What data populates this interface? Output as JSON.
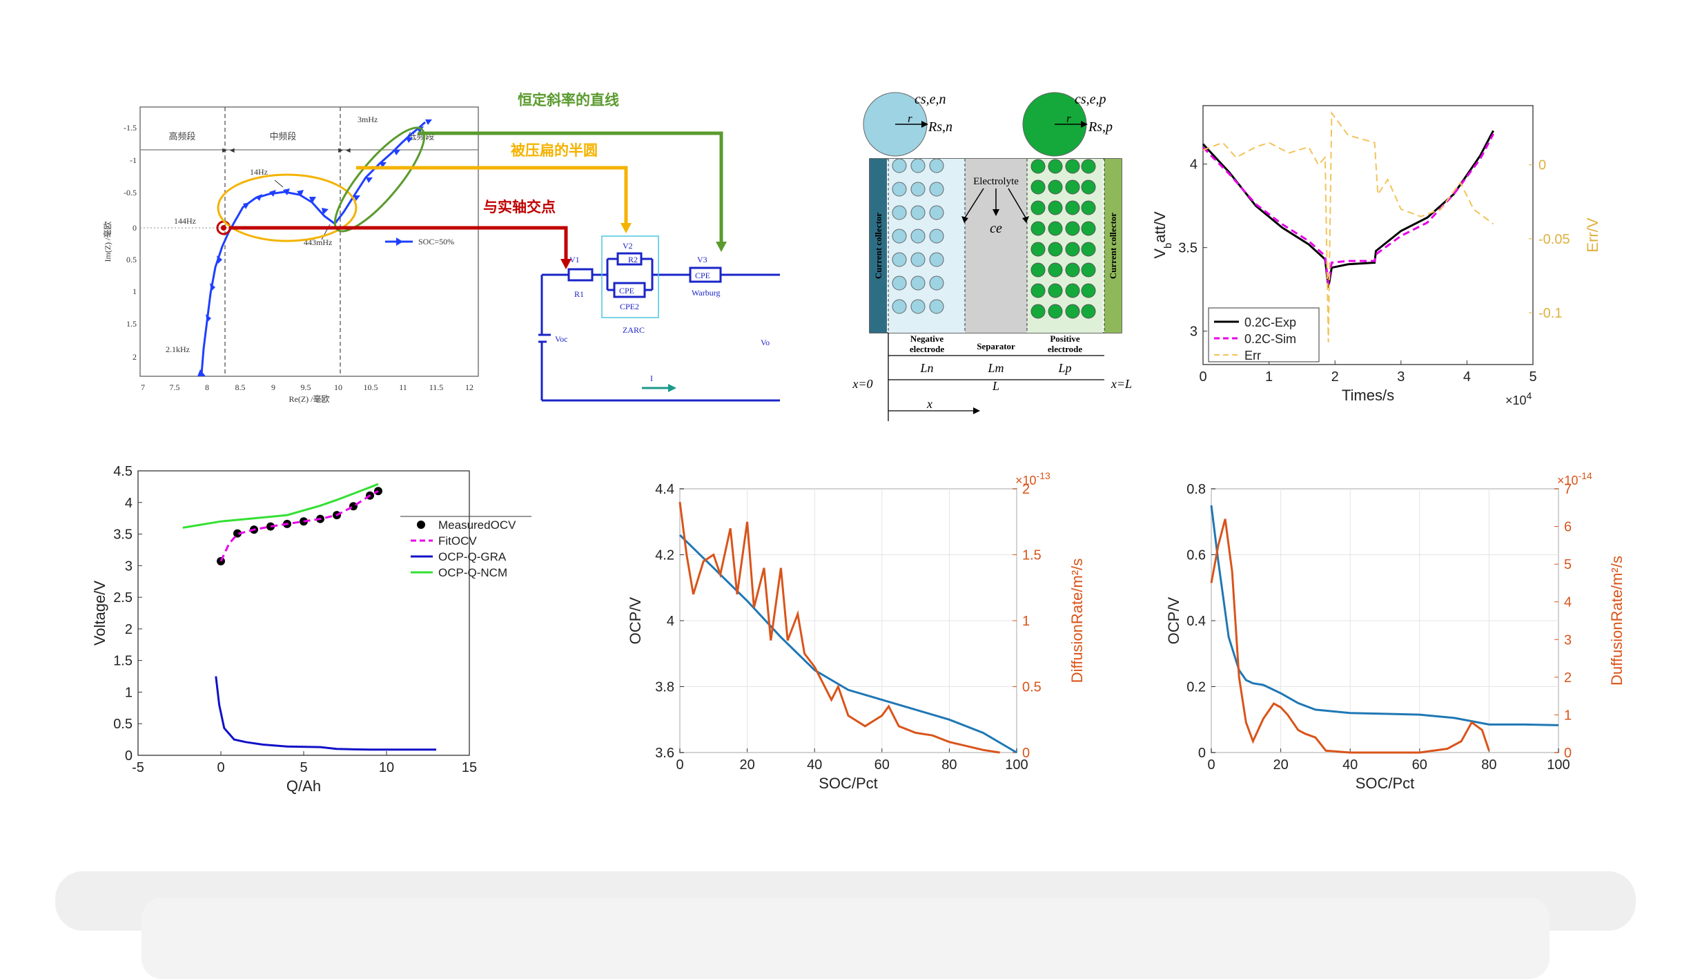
{
  "eis": {
    "region_labels": [
      "高频段",
      "中频段",
      "低频段"
    ],
    "y_label": "Im(Z) /毫欧",
    "x_label": "Re(Z) /毫欧",
    "x_ticks": [
      "7",
      "7.5",
      "8",
      "8.5",
      "9",
      "9.5",
      "10",
      "10.5",
      "11",
      "11.5",
      "12"
    ],
    "y_ticks": [
      "-1.5",
      "-1",
      "-0.5",
      "0",
      "0.5",
      "1",
      "1.5",
      "2"
    ],
    "freq_labels": {
      "f1": "2.1kHz",
      "f2": "144Hz",
      "f3": "14Hz",
      "f4": "443mHz",
      "f5": "3mHz"
    },
    "legend": "SOC=50%",
    "ann_line": "恒定斜率的直线",
    "ann_semicircle": "被压扁的半圆",
    "ann_intersect": "与实轴交点",
    "colors": {
      "line": "#5a9a2e",
      "semi": "#f4b300",
      "inter": "#c00000",
      "data": "#1f3fff"
    }
  },
  "circuit": {
    "v1": "V1",
    "v2": "V2",
    "v3": "V3",
    "r1": "R1",
    "r2": "R2",
    "cpe": "CPE",
    "cpe2": "CPE2",
    "zarc": "ZARC",
    "warburg": "Warburg",
    "voc": "Voc",
    "vo": "Vo",
    "current": "I"
  },
  "battery": {
    "csen": "cs,e,n",
    "rsn": "Rs,n",
    "csep": "cs,e,p",
    "rsp": "Rs,p",
    "r": "r",
    "cc_left": "Current collector",
    "cc_right": "Current collector",
    "electrolyte": "Electrolyte",
    "ce": "ce",
    "neg": [
      "Negative",
      "electrode"
    ],
    "sep": "Separator",
    "pos": [
      "Positive",
      "electrode"
    ],
    "ln": "Ln",
    "lm": "Lm",
    "lp": "Lp",
    "x0": "x=0",
    "L": "L",
    "xL": "x=L",
    "x": "x",
    "colors": {
      "neg": "#9dd3e3",
      "pos": "#14a93a"
    }
  },
  "chart_data": [
    {
      "type": "line",
      "id": "voltage-time",
      "xlabel": "Times/s",
      "x_multiplier": "×10",
      "x_multiplier_exp": "4",
      "ylabel": "V",
      "ylabel_sub": "b",
      "ylabel_rest": "att/V",
      "y2label": "Err/V",
      "xlim": [
        0,
        5
      ],
      "ylim": [
        2.8,
        4.35
      ],
      "y2lim": [
        -0.135,
        0.04
      ],
      "x_ticks": [
        "0",
        "1",
        "2",
        "3",
        "4",
        "5"
      ],
      "y_ticks": [
        "3",
        "3.5",
        "4"
      ],
      "y2_ticks": [
        "0",
        "-0.05",
        "-0.1"
      ],
      "series": [
        {
          "name": "0.2C-Exp",
          "color": "#000000",
          "x": [
            0,
            0.4,
            0.8,
            1.2,
            1.6,
            1.85,
            1.9,
            1.95,
            2.2,
            2.6,
            2.62,
            3,
            3.4,
            3.8,
            4.2,
            4.4
          ],
          "y": [
            4.12,
            3.95,
            3.75,
            3.62,
            3.52,
            3.43,
            3.26,
            3.38,
            3.4,
            3.41,
            3.48,
            3.6,
            3.68,
            3.82,
            4.05,
            4.2
          ]
        },
        {
          "name": "0.2C-Sim",
          "color": "#e800e8",
          "x": [
            0,
            0.4,
            0.8,
            1.2,
            1.6,
            1.85,
            1.9,
            1.95,
            2.2,
            2.6,
            2.62,
            3,
            3.4,
            3.8,
            4.2,
            4.4
          ],
          "y": [
            4.1,
            3.94,
            3.76,
            3.64,
            3.54,
            3.45,
            3.28,
            3.41,
            3.42,
            3.42,
            3.46,
            3.57,
            3.65,
            3.82,
            4.03,
            4.18
          ]
        },
        {
          "name": "Err",
          "color": "#f2c35a",
          "axis": "y2",
          "x": [
            0,
            0.3,
            0.5,
            0.8,
            1.0,
            1.3,
            1.6,
            1.75,
            1.85,
            1.9,
            1.95,
            2.2,
            2.6,
            2.65,
            2.8,
            3.0,
            3.3,
            3.6,
            3.9,
            4.1,
            4.4
          ],
          "y": [
            0.01,
            0.015,
            0.005,
            0.012,
            0.015,
            0.008,
            0.012,
            0.0,
            0.005,
            -0.12,
            0.035,
            0.02,
            0.015,
            -0.02,
            -0.01,
            -0.03,
            -0.035,
            -0.03,
            -0.012,
            -0.03,
            -0.04
          ]
        }
      ],
      "legend": "bottom-left"
    },
    {
      "type": "line",
      "id": "ocv-q",
      "xlabel": "Q/Ah",
      "ylabel": "Voltage/V",
      "xlim": [
        -5,
        15
      ],
      "ylim": [
        0,
        4.5
      ],
      "x_ticks": [
        "-5",
        "0",
        "5",
        "10",
        "15"
      ],
      "y_ticks": [
        "0",
        "0.5",
        "1",
        "1.5",
        "2",
        "2.5",
        "3",
        "3.5",
        "4",
        "4.5"
      ],
      "series": [
        {
          "name": "MeasuredOCV",
          "color": "#000000",
          "style": "markers",
          "x": [
            0,
            1,
            2,
            3,
            4,
            5,
            6,
            7,
            8,
            9,
            9.5
          ],
          "y": [
            3.07,
            3.51,
            3.57,
            3.62,
            3.66,
            3.7,
            3.74,
            3.8,
            3.94,
            4.11,
            4.18
          ]
        },
        {
          "name": "FitOCV",
          "color": "#e800e8",
          "style": "dashed",
          "x": [
            0,
            0.5,
            1,
            2,
            3,
            4,
            5,
            6,
            7,
            8,
            9,
            9.5
          ],
          "y": [
            3.07,
            3.35,
            3.5,
            3.57,
            3.62,
            3.66,
            3.7,
            3.74,
            3.8,
            3.94,
            4.11,
            4.18
          ]
        },
        {
          "name": "OCP-Q-GRA",
          "color": "#1010c8",
          "x": [
            -0.3,
            -0.1,
            0.2,
            0.8,
            1.5,
            2.5,
            4,
            6,
            7,
            9,
            13
          ],
          "y": [
            1.25,
            0.8,
            0.43,
            0.25,
            0.21,
            0.17,
            0.14,
            0.13,
            0.1,
            0.09,
            0.09
          ]
        },
        {
          "name": "OCP-Q-NCM",
          "color": "#33e033",
          "x": [
            -2.3,
            0,
            2,
            4,
            6,
            7,
            8,
            9.5
          ],
          "y": [
            3.6,
            3.7,
            3.75,
            3.8,
            3.95,
            4.04,
            4.14,
            4.29
          ]
        }
      ],
      "legend": "right"
    },
    {
      "type": "line",
      "id": "ocp-diff-1",
      "xlabel": "SOC/Pct",
      "ylabel": "OCP/V",
      "y2label": "DiffusionRate/m²/s",
      "y2_multiplier": "×10",
      "y2_multiplier_exp": "-13",
      "xlim": [
        0,
        100
      ],
      "ylim": [
        3.6,
        4.4
      ],
      "y2lim": [
        0,
        2
      ],
      "x_ticks": [
        "0",
        "20",
        "40",
        "60",
        "80",
        "100"
      ],
      "y_ticks": [
        "3.6",
        "3.8",
        "4",
        "4.2",
        "4.4"
      ],
      "y2_ticks": [
        "0",
        "0.5",
        "1",
        "1.5",
        "2"
      ],
      "grid": true,
      "series": [
        {
          "name": "OCP",
          "color": "#1f77b4",
          "x": [
            0,
            10,
            20,
            30,
            40,
            50,
            60,
            70,
            80,
            90,
            100
          ],
          "y": [
            4.26,
            4.16,
            4.06,
            3.95,
            3.85,
            3.79,
            3.76,
            3.73,
            3.7,
            3.66,
            3.6
          ]
        },
        {
          "name": "DiffusionRate",
          "color": "#d9541a",
          "axis": "y2",
          "x": [
            0,
            2,
            4,
            7,
            10,
            12,
            15,
            17,
            20,
            22,
            25,
            27,
            30,
            32,
            35,
            37,
            40,
            42,
            45,
            47,
            50,
            55,
            60,
            62,
            65,
            70,
            75,
            80,
            85,
            90,
            95
          ],
          "y": [
            1.9,
            1.5,
            1.2,
            1.45,
            1.5,
            1.35,
            1.7,
            1.2,
            1.75,
            1.1,
            1.4,
            0.85,
            1.4,
            0.85,
            1.05,
            0.75,
            0.65,
            0.55,
            0.4,
            0.5,
            0.28,
            0.2,
            0.28,
            0.35,
            0.2,
            0.15,
            0.13,
            0.08,
            0.05,
            0.02,
            0.0
          ]
        }
      ]
    },
    {
      "type": "line",
      "id": "ocp-diff-2",
      "xlabel": "SOC/Pct",
      "ylabel": "OCP/V",
      "y2label": "DuffusionRate/m²/s",
      "y2_multiplier": "×10",
      "y2_multiplier_exp": "-14",
      "xlim": [
        0,
        100
      ],
      "ylim": [
        0,
        0.8
      ],
      "y2lim": [
        0,
        7
      ],
      "x_ticks": [
        "0",
        "20",
        "40",
        "60",
        "80",
        "100"
      ],
      "y_ticks": [
        "0",
        "0.2",
        "0.4",
        "0.6",
        "0.8"
      ],
      "y2_ticks": [
        "0",
        "1",
        "2",
        "3",
        "4",
        "5",
        "6",
        "7"
      ],
      "grid": true,
      "series": [
        {
          "name": "OCP",
          "color": "#1f77b4",
          "x": [
            0,
            2,
            5,
            8,
            10,
            12,
            15,
            20,
            25,
            30,
            40,
            60,
            70,
            75,
            80,
            90,
            100
          ],
          "y": [
            0.75,
            0.58,
            0.35,
            0.25,
            0.22,
            0.21,
            0.205,
            0.18,
            0.15,
            0.13,
            0.12,
            0.115,
            0.105,
            0.095,
            0.085,
            0.085,
            0.083
          ]
        },
        {
          "name": "DiffusionRate",
          "color": "#d9541a",
          "axis": "y2",
          "x": [
            0,
            2,
            4,
            6,
            8,
            10,
            12,
            15,
            18,
            20,
            22,
            25,
            27,
            30,
            33,
            40,
            50,
            60,
            68,
            72,
            75,
            78,
            80
          ],
          "y": [
            4.5,
            5.5,
            6.2,
            4.8,
            2,
            0.8,
            0.3,
            0.9,
            1.3,
            1.2,
            1.0,
            0.6,
            0.5,
            0.4,
            0.05,
            0.0,
            0.0,
            0.0,
            0.1,
            0.3,
            0.8,
            0.6,
            0.05
          ]
        }
      ]
    }
  ]
}
